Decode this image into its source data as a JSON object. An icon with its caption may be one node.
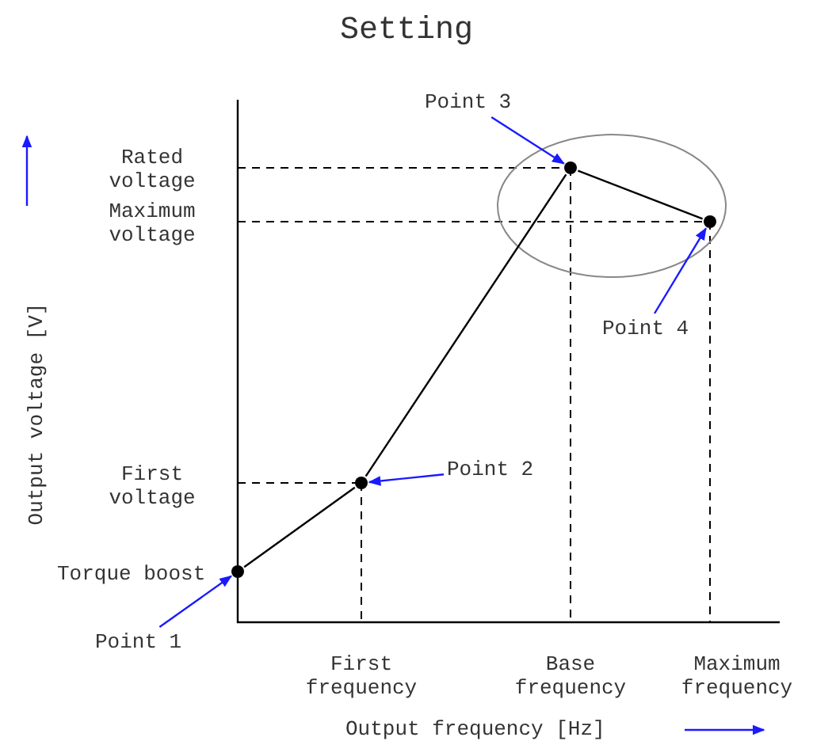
{
  "diagram": {
    "title": "Setting",
    "nodes": [
      {
        "text": [
          "Point 1"
        ]
      },
      {
        "text": [
          "Point 2"
        ]
      },
      {
        "text": [
          "Point 3"
        ]
      },
      {
        "text": [
          "Point 4"
        ]
      },
      {
        "text": [],
        "shape": "circle"
      },
      {
        "text": [],
        "shape": "circle"
      },
      {
        "text": [],
        "shape": "circle"
      },
      {
        "text": [],
        "shape": "circle"
      }
    ],
    "edges": [
      {
        "from": 0,
        "to": 4,
        "arrow": "to"
      },
      {
        "from": 1,
        "to": 5,
        "arrow": "to"
      },
      {
        "from": 2,
        "to": 6,
        "arrow": "to"
      },
      {
        "from": 3,
        "to": 7,
        "arrow": "to"
      },
      {
        "from": 4,
        "to": 5,
        "arrow": "none",
        "color": "#000000"
      },
      {
        "from": 5,
        "to": 6,
        "arrow": "none",
        "color": "#000000"
      },
      {
        "from": 6,
        "to": 7,
        "arrow": "none",
        "color": "#000000"
      }
    ],
    "labels": [
      "Rated voltage",
      "Maximum voltage",
      "First voltage",
      "Torque boost",
      "First frequency",
      "Base frequency",
      "Maximum frequency",
      "Output voltage [V]",
      "Output frequency [Hz]"
    ]
  }
}
